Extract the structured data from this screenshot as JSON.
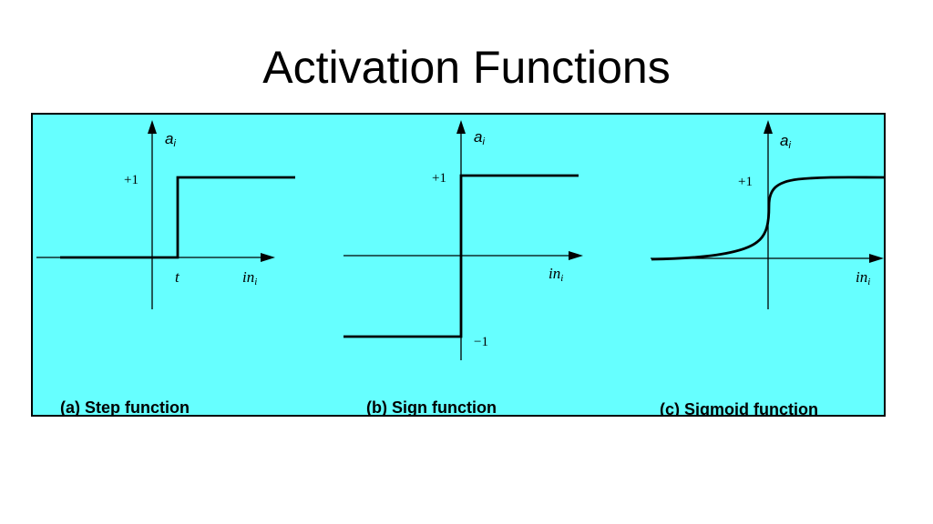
{
  "slide": {
    "title": "Activation Functions"
  },
  "colors": {
    "panel_background": "#66ffff",
    "ink": "#000000"
  },
  "panels": [
    {
      "caption": "(a) Step function",
      "y_axis_label": "a",
      "y_axis_subscript": "i",
      "x_axis_label": "in",
      "x_axis_subscript": "i",
      "upper_level_label": "+1",
      "threshold_label": "t"
    },
    {
      "caption": "(b) Sign function",
      "y_axis_label": "a",
      "y_axis_subscript": "i",
      "x_axis_label": "in",
      "x_axis_subscript": "i",
      "upper_level_label": "+1",
      "lower_level_label": "−1"
    },
    {
      "caption": "(c) Sigmoid function",
      "y_axis_label": "a",
      "y_axis_subscript": "i",
      "x_axis_label": "in",
      "x_axis_subscript": "i",
      "upper_level_label": "+1"
    }
  ]
}
